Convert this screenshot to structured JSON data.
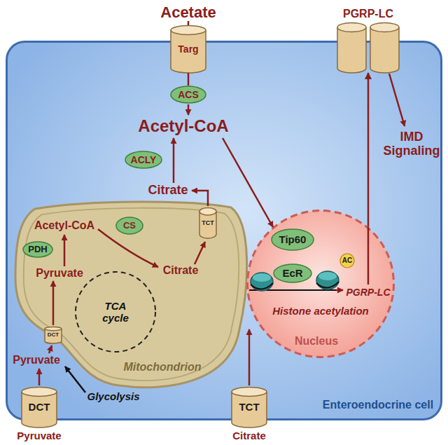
{
  "diagram": {
    "nodes": [
      {
        "text": [
          "Enteroendocrine cell"
        ]
      },
      {
        "text": [
          "Targ"
        ],
        "in": 0
      },
      {
        "text": [
          "ACS"
        ],
        "in": 0
      },
      {
        "text": [
          "PGRP-LC"
        ],
        "in": 0
      },
      {
        "text": [
          "ACLY"
        ],
        "in": 0
      },
      {
        "text": [
          "Mitochondrion"
        ],
        "in": 0
      },
      {
        "text": [
          "PDH"
        ],
        "in": 5
      },
      {
        "text": [
          "CS"
        ],
        "in": 5
      },
      {
        "text": [
          "TCT"
        ],
        "in": 5
      },
      {
        "text": [
          "TCA cycle"
        ],
        "in": 5
      },
      {
        "text": [
          "DCT"
        ],
        "in": 5
      },
      {
        "text": [
          "Nucleus"
        ],
        "in": 0
      },
      {
        "text": [
          "Tip60"
        ],
        "in": 11
      },
      {
        "text": [
          "EcR"
        ],
        "in": 11
      },
      {
        "text": [
          "AC"
        ],
        "in": 11
      },
      {
        "text": [
          "DCT"
        ],
        "in": 0
      },
      {
        "text": [
          "TCT"
        ],
        "in": 0
      }
    ],
    "edges": [
      {
        "from": 1,
        "to": 2,
        "arrow": "none"
      },
      {
        "from": 11,
        "to": 3,
        "arrow": "to"
      }
    ],
    "labels": [
      "Acetate",
      "Acetyl-CoA",
      "IMD Signaling",
      "Citrate",
      "Acetyl-CoA",
      "Pyruvate",
      "Citrate",
      "PGRP-LC",
      "Histone acetylation",
      "Pyruvate",
      "Glycolysis",
      "Pyruvate",
      "Citrate"
    ]
  }
}
